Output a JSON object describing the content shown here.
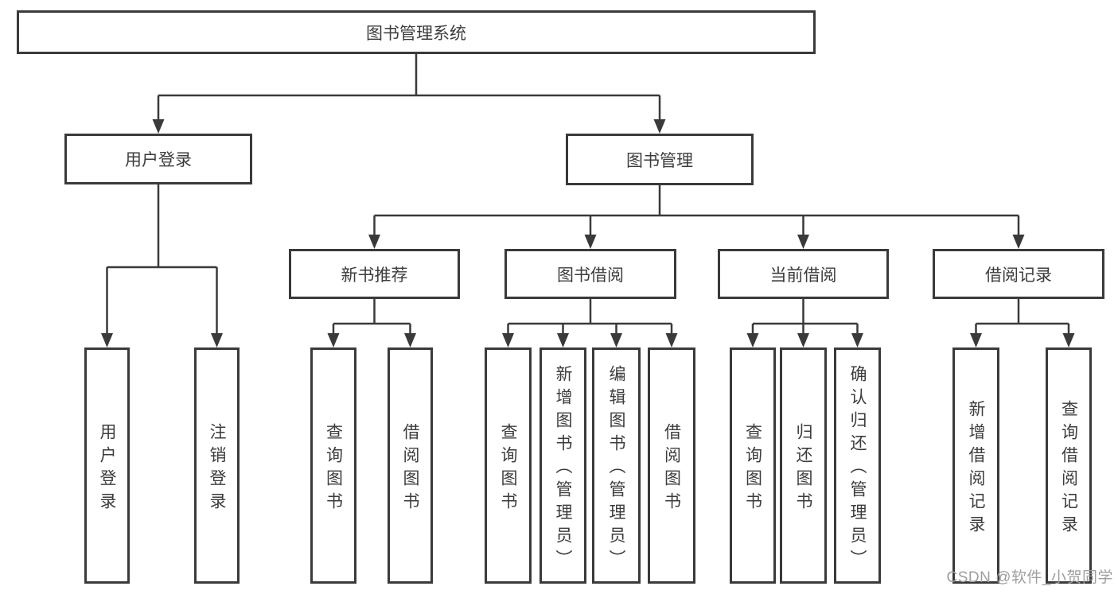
{
  "tree": {
    "label": "图书管理系统",
    "children": [
      {
        "label": "用户登录",
        "children": [
          {
            "label": "用户登录"
          },
          {
            "label": "注销登录"
          }
        ]
      },
      {
        "label": "图书管理",
        "children": [
          {
            "label": "新书推荐",
            "children": [
              {
                "label": "查询图书"
              },
              {
                "label": "借阅图书"
              }
            ]
          },
          {
            "label": "图书借阅",
            "children": [
              {
                "label": "查询图书"
              },
              {
                "label": "新增图书（管理员）"
              },
              {
                "label": "编辑图书（管理员）"
              },
              {
                "label": "借阅图书"
              }
            ]
          },
          {
            "label": "当前借阅",
            "children": [
              {
                "label": "查询图书"
              },
              {
                "label": "归还图书"
              },
              {
                "label": "确认归还（管理员）"
              }
            ]
          },
          {
            "label": "借阅记录",
            "children": [
              {
                "label": "新增借阅记录"
              },
              {
                "label": "查询借阅记录"
              }
            ]
          }
        ]
      }
    ]
  },
  "watermark": {
    "text": "CSDN @软件_小贺同学"
  },
  "colors": {
    "line": "#3a3a3a",
    "text": "#3c3c3c",
    "watermark": "#9e9e9e",
    "background": "#ffffff"
  }
}
